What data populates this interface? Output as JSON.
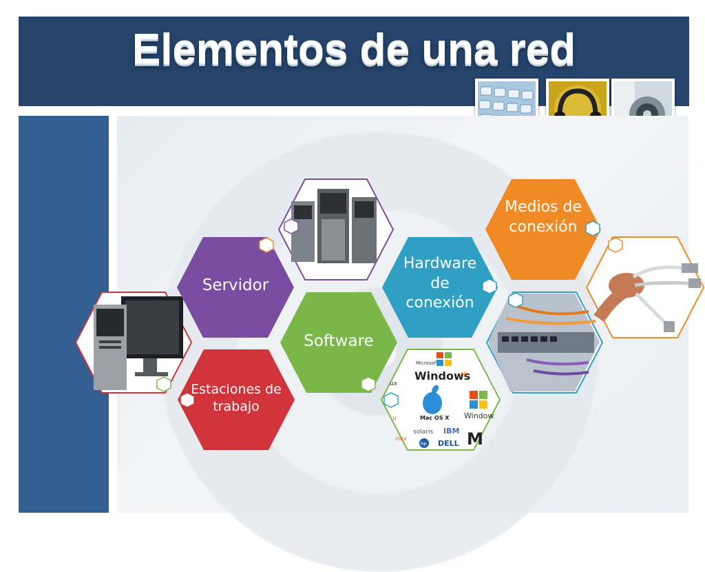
{
  "title": "Elementos de una red",
  "hexagons": [
    {
      "label": "Servidor",
      "color": "#7a4da0"
    },
    {
      "label": "Software",
      "color": "#7ab648"
    },
    {
      "label": "Estaciones de trabajo",
      "color": "#d0343a"
    },
    {
      "label": "Hardware de conexión",
      "color": "#2f9fc4"
    },
    {
      "label": "Medios de conexión",
      "color": "#f08a24"
    }
  ],
  "thumbnails": [
    {
      "icon": "keyboard-icon"
    },
    {
      "icon": "headphones-icon"
    },
    {
      "icon": "speaker-icon"
    }
  ],
  "os_logos": {
    "windows_xp": "Windows",
    "windows_xp_sup": "xp",
    "microsoft": "Microsoft",
    "mac_os_x": "Mac OS X",
    "windows": "Window",
    "solaris": "solaris",
    "ibm": "IBM",
    "dell": "DELL",
    "hp": "hp",
    "partial_m": "M",
    "partial_ux": "ux",
    "partial_inex": "inex",
    "partial_u": "u"
  }
}
